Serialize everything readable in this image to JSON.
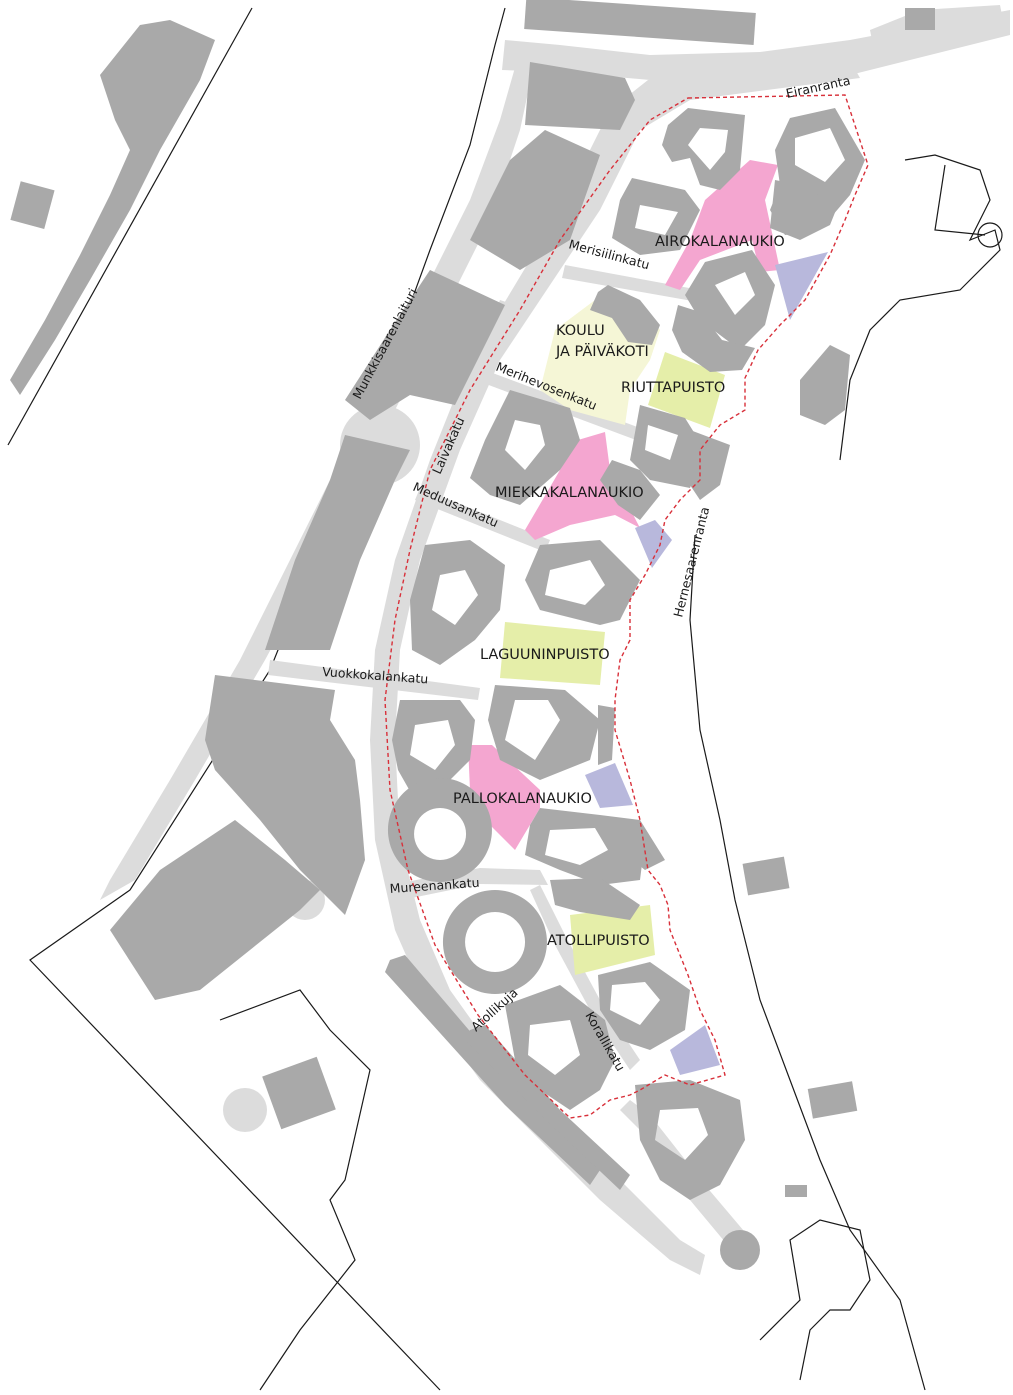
{
  "colors": {
    "building": "#a9a9a9",
    "street": "#dcdcdc",
    "square": "#f4a6d0",
    "park": "#e5eea9",
    "school": "#f5f6d6",
    "lavender": "#b8b8dc",
    "boundary": "#d8303a",
    "shoreline": "#1a1a1a"
  },
  "streets": {
    "eiranranta": "Eiranranta",
    "merisiilinkatu": "Merisiilinkatu",
    "munkkisaarenlaituri": "Munkkisaarenlaituri",
    "laivakatu": "Laivakatu",
    "merihevosenkatu": "Merihevosenkatu",
    "meduusankatu": "Meduusankatu",
    "hernesaarenranta": "Hernesaarenranta",
    "vuokkokalankatu": "Vuokkokalankatu",
    "mureenankatu": "Mureenankatu",
    "atollikuja": "Atollikuja",
    "korallikatu": "Korallikatu"
  },
  "areas": {
    "airokalanaukio": "AIROKALANAUKIO",
    "koulu_line1": "KOULU",
    "koulu_line2": "JA PÄIVÄKOTI",
    "riuttapuisto": "RIUTTAPUISTO",
    "miekkakalanaukio": "MIEKKAKALANAUKIO",
    "laguuninpuisto": "LAGUUNINPUISTO",
    "pallokalanaukio": "PALLOKALANAUKIO",
    "atollipuisto": "ATOLLIPUISTO"
  }
}
